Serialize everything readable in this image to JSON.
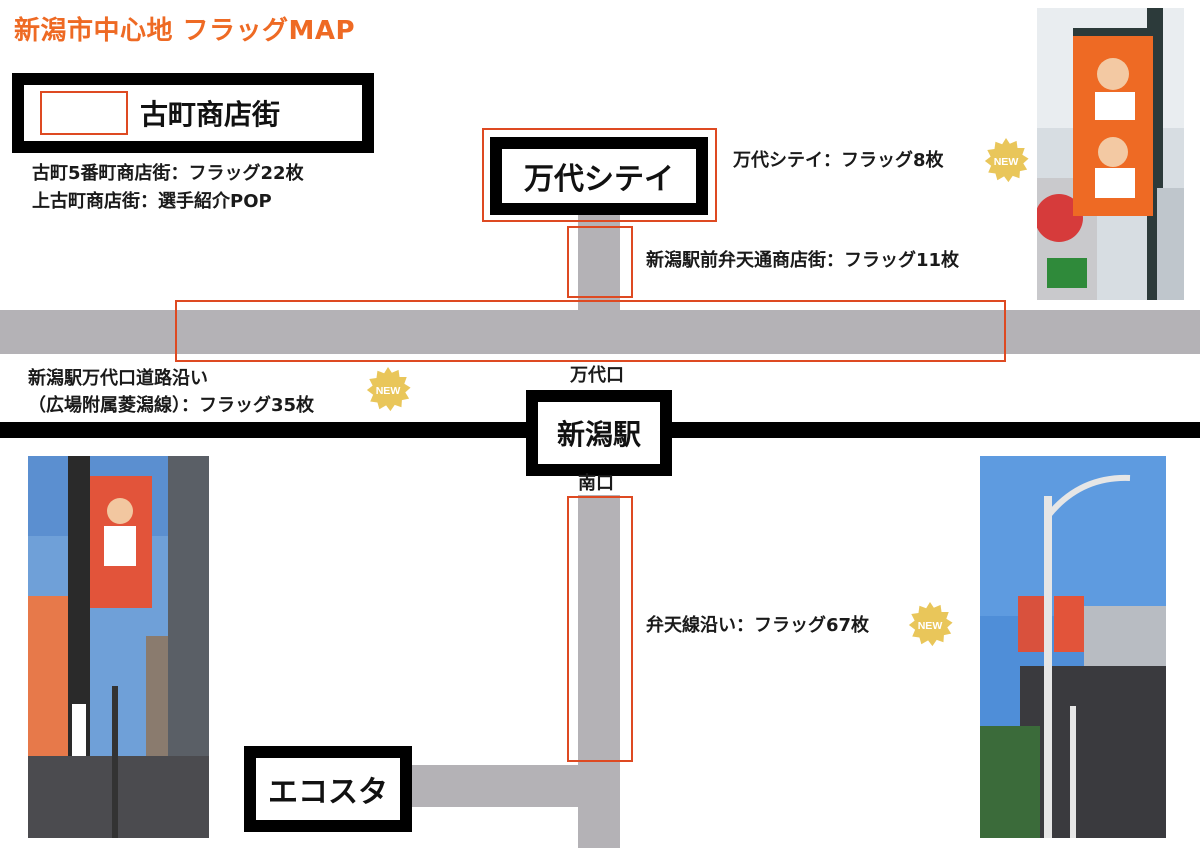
{
  "title": "新潟市中心地 フラッグMAP",
  "landmarks": {
    "furumachi": "古町商店街",
    "bandai_city": "万代シテイ",
    "niigata_station": "新潟駅",
    "ecosta": "エコスタ"
  },
  "exits": {
    "bandai_exit": "万代口",
    "south_exit": "南口"
  },
  "info": {
    "furumachi_5": "古町5番町商店街：フラッグ22枚",
    "kamifurumachi": "上古町商店街：選手紹介POP",
    "bandai_city": "万代シテイ：フラッグ8枚",
    "station_benten": "新潟駅前弁天通商店街：フラッグ11枚",
    "bandai_road_line1": "新潟駅万代口道路沿い",
    "bandai_road_line2": "（広場附属菱潟線）：フラッグ35枚",
    "benten_line": "弁天線沿い：フラッグ67枚"
  },
  "badge_label": "NEW",
  "colors": {
    "accent_orange": "#ee6a24",
    "highlight_red": "#de4a22",
    "road_gray": "#b4b2b6",
    "badge_gold": "#e9c65a"
  },
  "icons": {
    "badge": "starburst-badge-icon"
  }
}
